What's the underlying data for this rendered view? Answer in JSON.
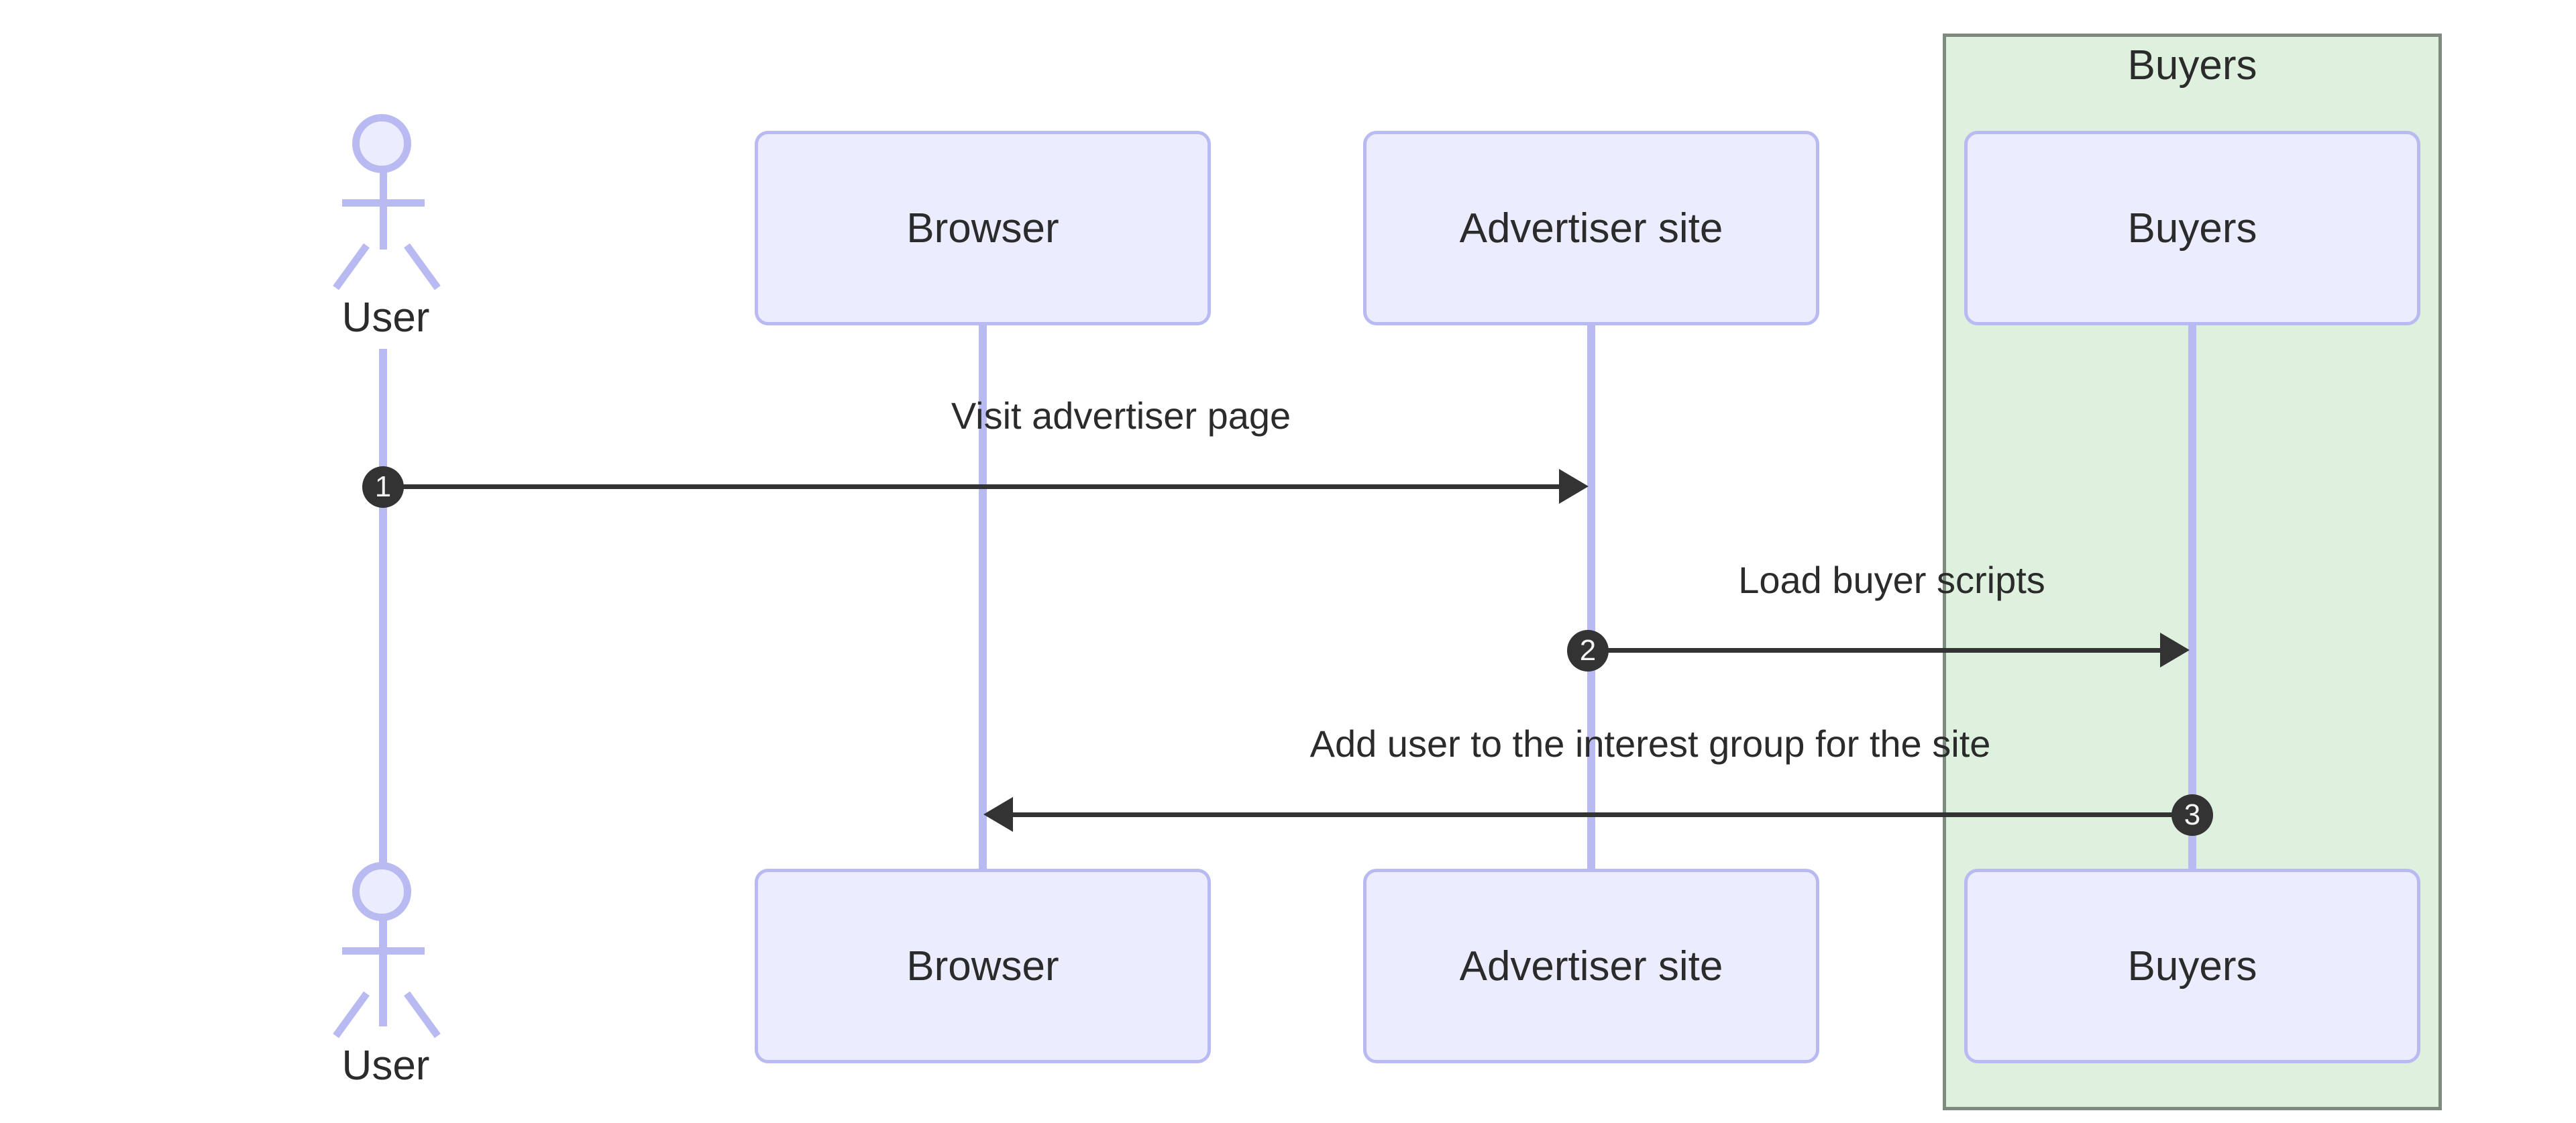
{
  "diagram": {
    "type": "sequence-diagram",
    "title": "",
    "background_color": "#ffffff",
    "accent_color": "#BABAF2",
    "participant_fill": "#ECECFF",
    "group_fill": "#DEF1DE",
    "group_border": "#7D8A7D",
    "message_color": "#333333"
  },
  "group": {
    "label": "Buyers"
  },
  "participants": [
    {
      "name": "User",
      "kind": "actor"
    },
    {
      "name": "Browser",
      "kind": "box"
    },
    {
      "name": "Advertiser site",
      "kind": "box"
    },
    {
      "name": "Buyers",
      "kind": "box"
    }
  ],
  "participants_bottom": [
    {
      "name": "User",
      "kind": "actor"
    },
    {
      "name": "Browser",
      "kind": "box"
    },
    {
      "name": "Advertiser site",
      "kind": "box"
    },
    {
      "name": "Buyers",
      "kind": "box"
    }
  ],
  "messages": [
    {
      "number": "1",
      "label": "Visit advertiser page",
      "from": "User",
      "to": "Advertiser site",
      "direction": "right"
    },
    {
      "number": "2",
      "label": "Load buyer scripts",
      "from": "Advertiser site",
      "to": "Buyers",
      "direction": "right"
    },
    {
      "number": "3",
      "label": "Add user to the interest group for the site",
      "from": "Buyers",
      "to": "Browser",
      "direction": "left"
    }
  ]
}
